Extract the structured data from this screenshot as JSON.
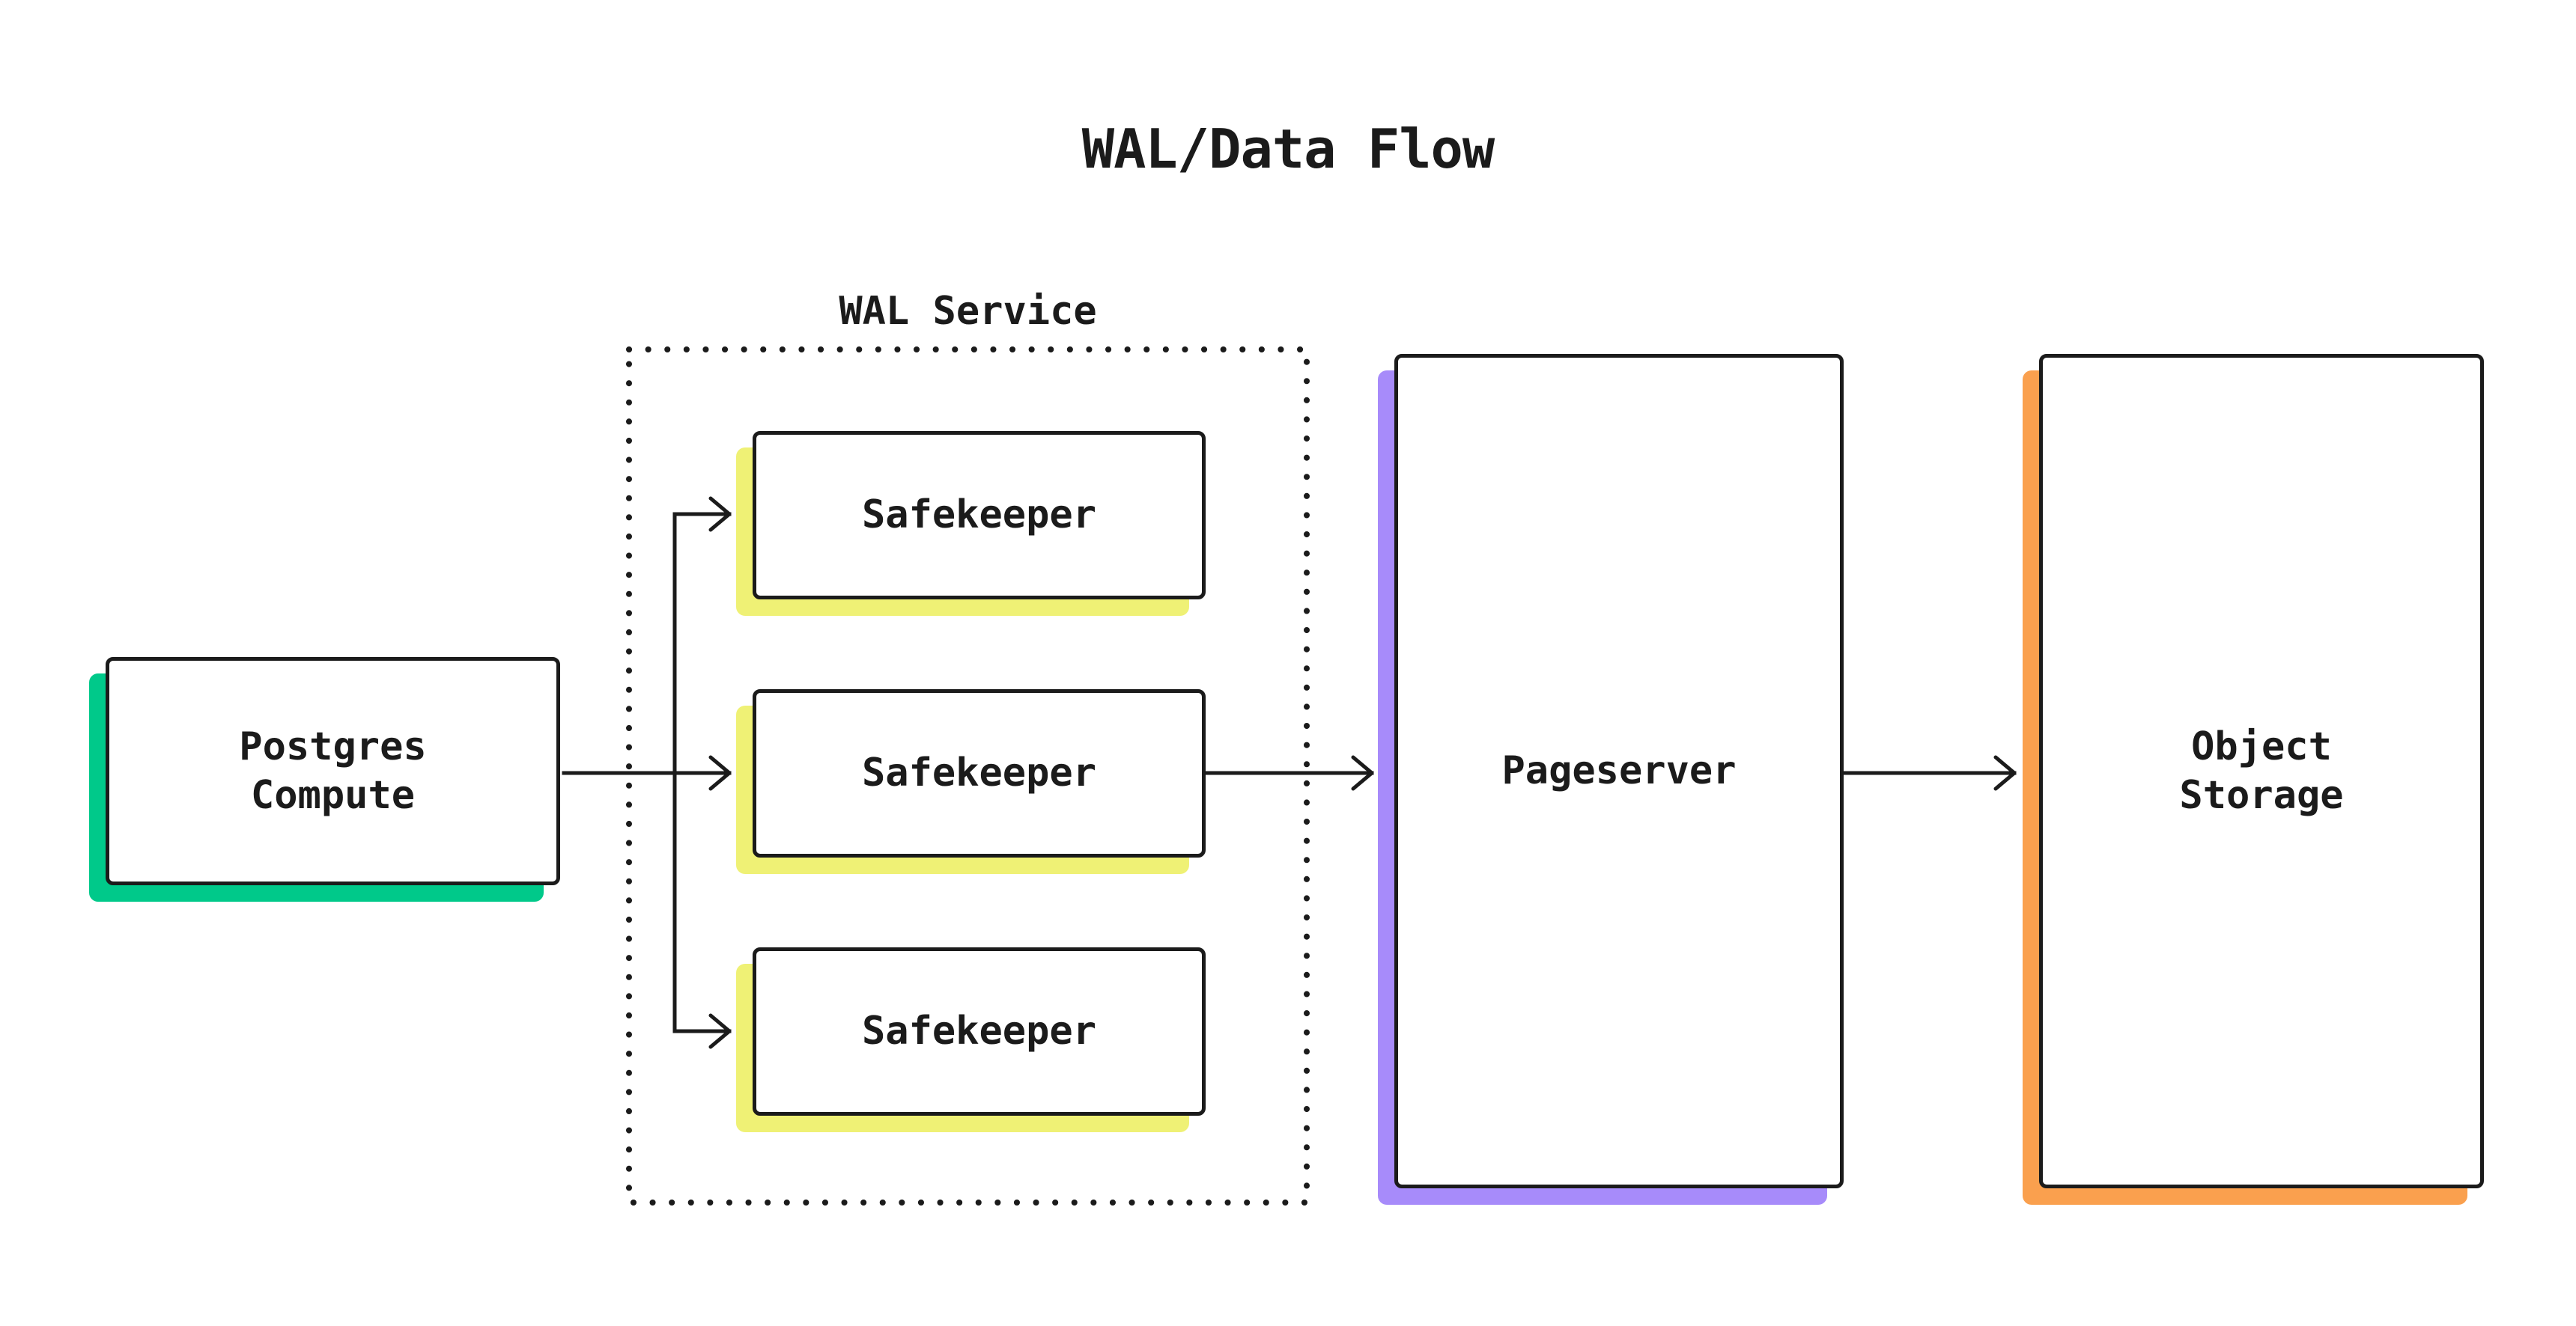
{
  "page": {
    "title": "WAL/Data Flow"
  },
  "colors": {
    "ink": "#1b1b1b",
    "paper": "#ffffff",
    "postgres_shadow": "#00c98a",
    "safekeeper_shadow": "#eff175",
    "pageserver_shadow": "#a78bfa",
    "object_storage_shadow": "#faa04e"
  },
  "diagram": {
    "groups": {
      "wal_service": {
        "label": "WAL Service"
      }
    },
    "nodes": {
      "postgres_compute": {
        "label": "Postgres\nCompute"
      },
      "safekeeper_1": {
        "label": "Safekeeper"
      },
      "safekeeper_2": {
        "label": "Safekeeper"
      },
      "safekeeper_3": {
        "label": "Safekeeper"
      },
      "pageserver": {
        "label": "Pageserver"
      },
      "object_storage": {
        "label": "Object\nStorage"
      }
    }
  }
}
